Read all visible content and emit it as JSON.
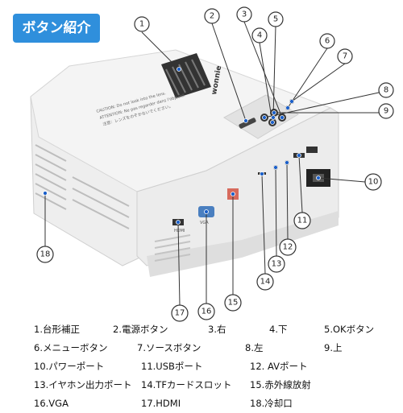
{
  "header": {
    "title": "ボタン紹介"
  },
  "device": {
    "brand_label": "wonnie",
    "caution_text": [
      "CAUTION: Do not look into the lens.",
      "ATTENTION: Ne pas regarder dans l'objectif.",
      "注意：レンズをのぞかないでください。"
    ],
    "port_labels": [
      "VGA",
      "HDMI"
    ]
  },
  "callouts": [
    "1",
    "2",
    "3",
    "4",
    "5",
    "6",
    "7",
    "8",
    "9",
    "10",
    "11",
    "12",
    "13",
    "14",
    "15",
    "16",
    "17",
    "18"
  ],
  "legend": [
    [
      "1.台形補正",
      "2.電源ボタン",
      "3.右",
      "4.下",
      "5.OKボタン"
    ],
    [
      "6.メニューボタン",
      "7.ソースボタン",
      "8.左",
      "9.上"
    ],
    [
      "10.パワーポート",
      "11.USBポート",
      "12. AVポート"
    ],
    [
      "13.イヤホン出力ポート",
      "14.TFカードスロット",
      "15.赤外線放射"
    ],
    [
      "16.VGA",
      "17.HDMI",
      "18.冷却口"
    ]
  ],
  "colors": {
    "badge": "#2f8fdc",
    "marker": "#1a5fc9"
  }
}
